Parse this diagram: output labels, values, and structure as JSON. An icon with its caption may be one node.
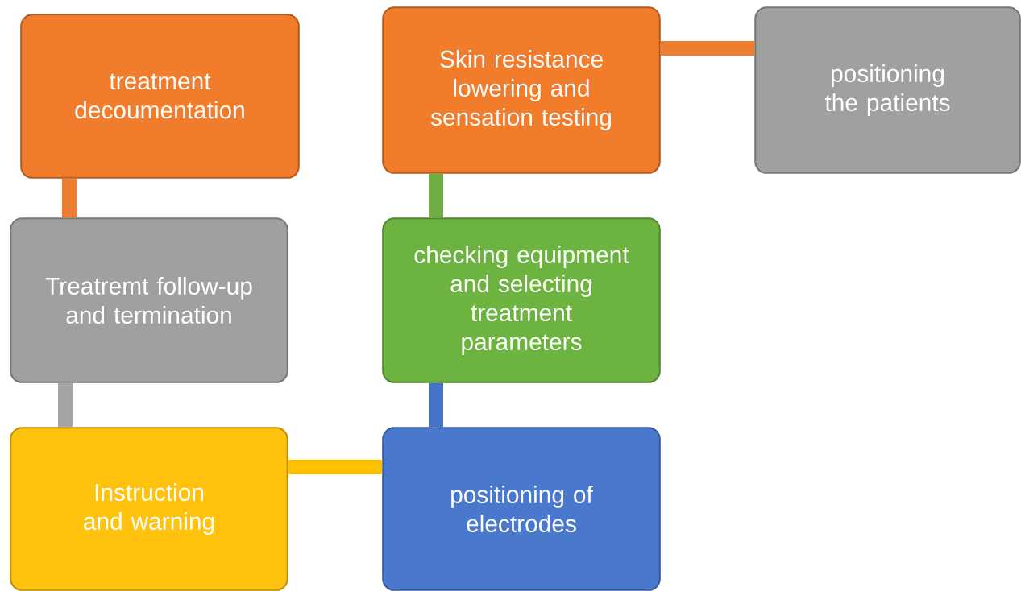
{
  "diagram": {
    "nodes": [
      {
        "text": [
          "treatment decoumentation"
        ]
      },
      {
        "text": [
          "Skin resistance lowering and sensation testing"
        ]
      },
      {
        "text": [
          "positioning the patients"
        ]
      },
      {
        "text": [
          "Treatremt follow-up and termination"
        ]
      },
      {
        "text": [
          "checking equipment and selecting treatment parameters"
        ]
      },
      {
        "text": [
          "Instruction and warning"
        ]
      },
      {
        "text": [
          "positioning of electrodes"
        ]
      }
    ],
    "edges": [
      {
        "from": 2,
        "to": 1,
        "arrow": "none",
        "color": "#ed7d31"
      },
      {
        "from": 1,
        "to": 4,
        "arrow": "none",
        "color": "#70ad47"
      },
      {
        "from": 4,
        "to": 6,
        "arrow": "none",
        "color": "#4472c4"
      },
      {
        "from": 6,
        "to": 5,
        "arrow": "none",
        "color": "#ffc000"
      },
      {
        "from": 5,
        "to": 3,
        "arrow": "none",
        "color": "#a5a5a5"
      },
      {
        "from": 3,
        "to": 0,
        "arrow": "none",
        "color": "#ed7d31"
      }
    ]
  }
}
